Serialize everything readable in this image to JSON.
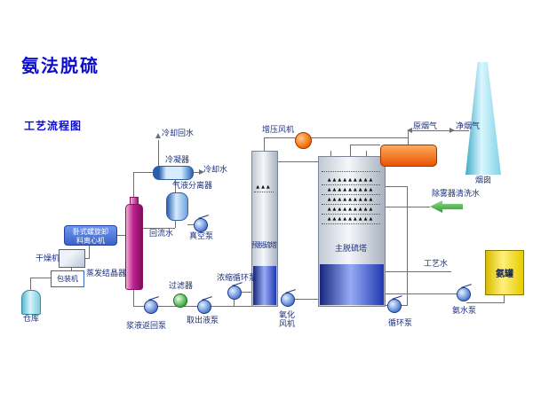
{
  "page": {
    "title": "氨法脱硫",
    "subtitle": "工艺流程图"
  },
  "labels": {
    "cooling_return_water": "冷却回水",
    "condenser": "冷凝器",
    "cooling_water": "冷却水",
    "gas_liquid_separator": "气液分离器",
    "reflux_water": "回流水",
    "vacuum_pump": "真空泵",
    "centrifuge": "卧式螺旋卸料离心机",
    "dryer": "干燥机",
    "packing_machine": "包装机",
    "warehouse": "仓库",
    "evaporation_crystallizer": "蒸发结晶器",
    "slurry_return_pump": "浆液返回泵",
    "filter": "过滤器",
    "takeout_pump": "取出液泵",
    "pre_desulfurization_tower": "预脱硫塔",
    "concentration_circulation_pump": "浓缩循环泵",
    "oxidation_fan": "氧化风机",
    "main_desulfurization_tower": "主脱硫塔",
    "circulation_pump": "循环泵",
    "booster_fan": "增压风机",
    "raw_flue_gas": "原烟气",
    "clean_flue_gas": "净烟气",
    "chimney": "烟囱",
    "demister_wash_water": "除雾器清洗水",
    "process_water": "工艺水",
    "ammonia_tank": "氨罐",
    "ammonia_water_pump": "氨水泵"
  },
  "decor": {
    "spray_row": "▲▲▲▲▲▲▲▲▲",
    "spray_row_small": "▲▲▲"
  },
  "colors": {
    "title": "#0d0dcc",
    "label": "#1b2f7e",
    "line": "#6e6e6e",
    "crystallizer": "#c02090",
    "ggh": "#e85500",
    "chimney": "#7fd2e6",
    "green_arrow": "#2d9a2d",
    "ammonia_tank": "#e8cc00",
    "centrifuge_box": "#3a63cc",
    "tower_liquid": "#2038b0"
  }
}
